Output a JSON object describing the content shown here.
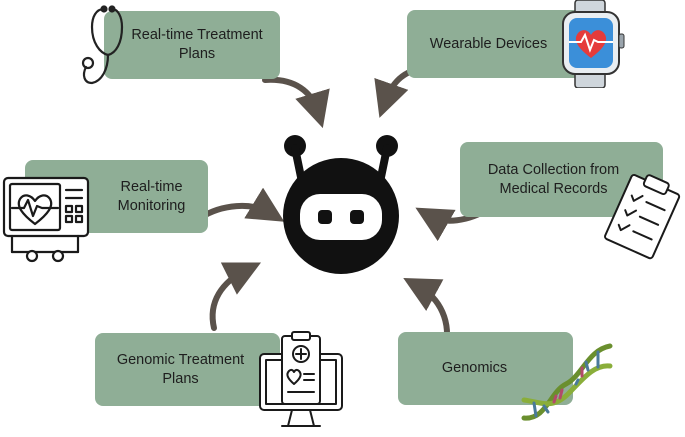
{
  "colors": {
    "box": "#8fae96",
    "arrow": "#5a524b",
    "robot": "#111111"
  },
  "nodes": [
    {
      "id": "realtime-treatment-plans",
      "label": "Real-time Treatment Plans",
      "icon": "stethoscope-icon"
    },
    {
      "id": "wearable-devices",
      "label": "Wearable Devices",
      "icon": "smartwatch-icon"
    },
    {
      "id": "realtime-monitoring",
      "label": "Real-time Monitoring",
      "icon": "heart-monitor-icon"
    },
    {
      "id": "data-collection",
      "label": "Data Collection from Medical Records",
      "icon": "clipboard-icon"
    },
    {
      "id": "genomic-treatment-plans",
      "label": "Genomic Treatment Plans",
      "icon": "medical-computer-icon"
    },
    {
      "id": "genomics",
      "label": "Genomics",
      "icon": "dna-icon"
    }
  ],
  "center": {
    "icon": "robot-icon"
  }
}
